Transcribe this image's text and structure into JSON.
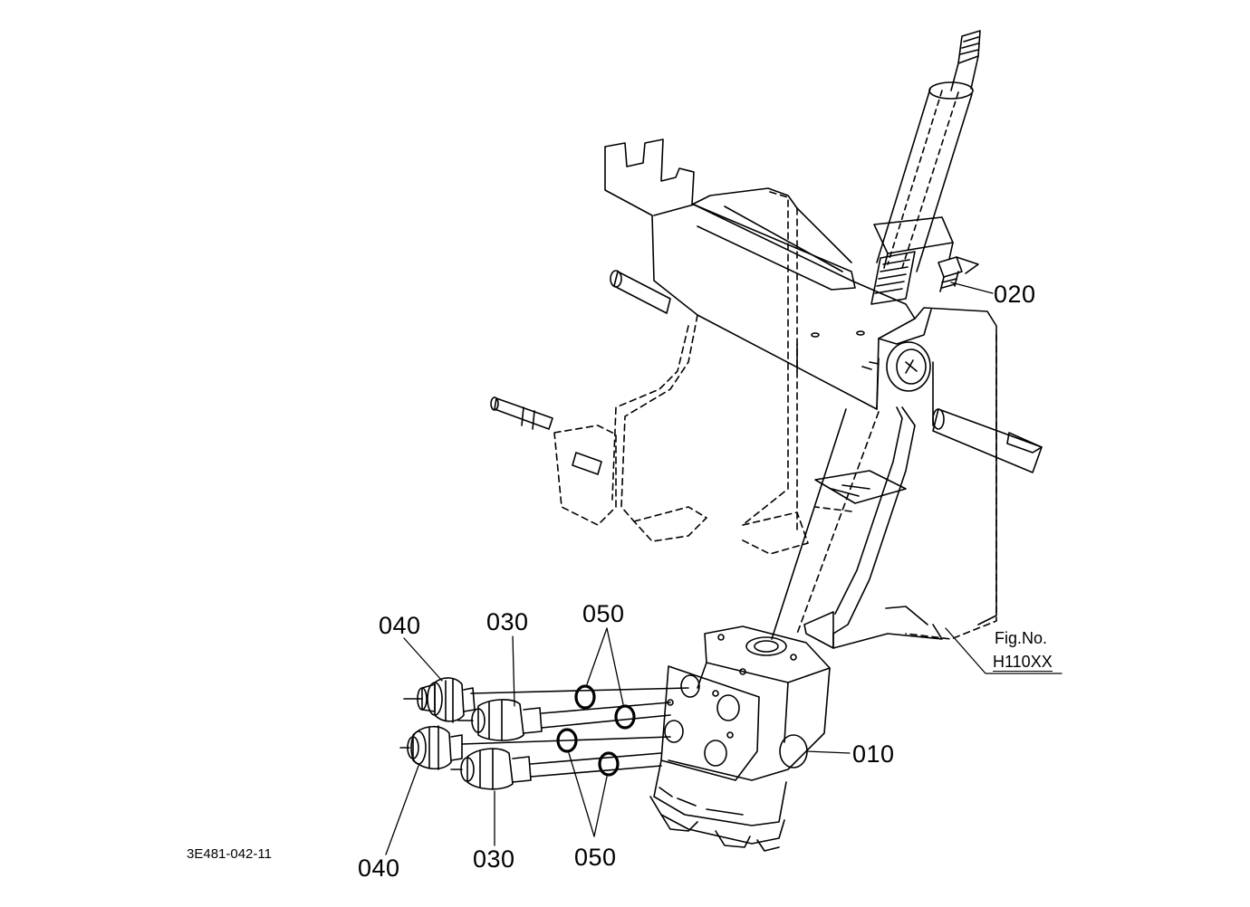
{
  "callouts": {
    "part_010": "010",
    "part_020": "020",
    "part_030_top": "030",
    "part_030_bottom": "030",
    "part_040_top": "040",
    "part_040_bottom": "040",
    "part_050_top": "050",
    "part_050_bottom": "050"
  },
  "figure": {
    "fig_no_label": "Fig.No.",
    "fig_code": "H110XX"
  },
  "drawing_number": "3E481-042-11",
  "colors": {
    "line": "#000000",
    "background": "#ffffff"
  }
}
